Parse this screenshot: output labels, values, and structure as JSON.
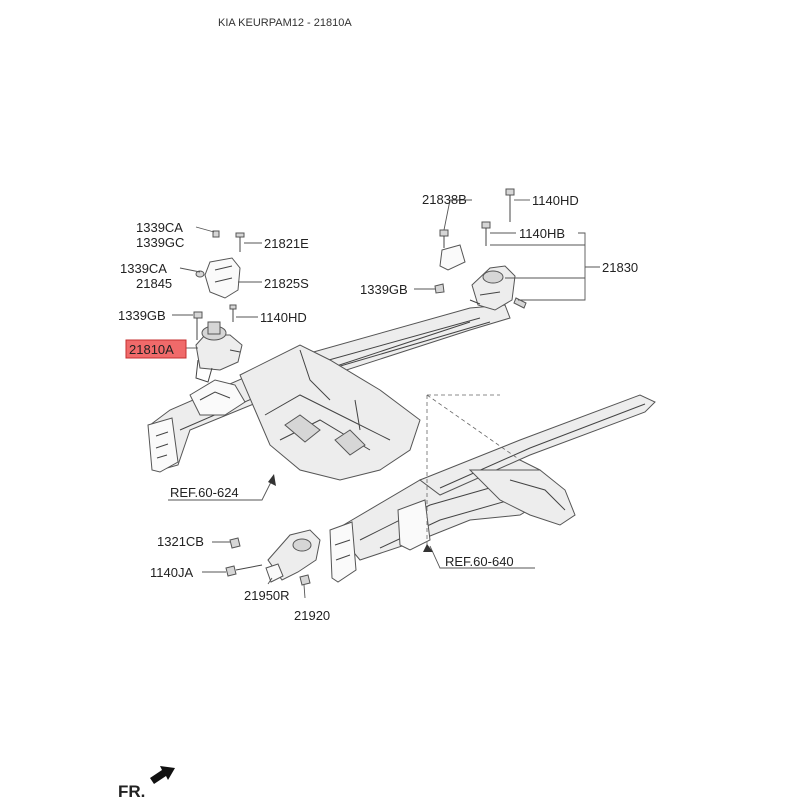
{
  "header": {
    "title": "KIA KEURPAM12 - 21810A"
  },
  "labels": {
    "l1339CA_top": "1339CA",
    "l1339GC": "1339GC",
    "l21821E": "21821E",
    "l1339CA_mid": "1339CA",
    "l21845": "21845",
    "l21825S": "21825S",
    "l1339GB_left": "1339GB",
    "l1140HD_left": "1140HD",
    "l21810A": "21810A",
    "l21838B": "21838B",
    "l1140HD_right": "1140HD",
    "l1140HB": "1140HB",
    "l21830": "21830",
    "l1339GB_right": "1339GB",
    "ref_624": "REF.60-624",
    "ref_640": "REF.60-640",
    "l1321CB": "1321CB",
    "l1140JA": "1140JA",
    "l21950R": "21950R",
    "l21920": "21920",
    "fr": "FR."
  },
  "colors": {
    "highlight": "#f06a6a",
    "line": "#555555"
  },
  "icons": {
    "direction": "front-arrow-icon"
  }
}
